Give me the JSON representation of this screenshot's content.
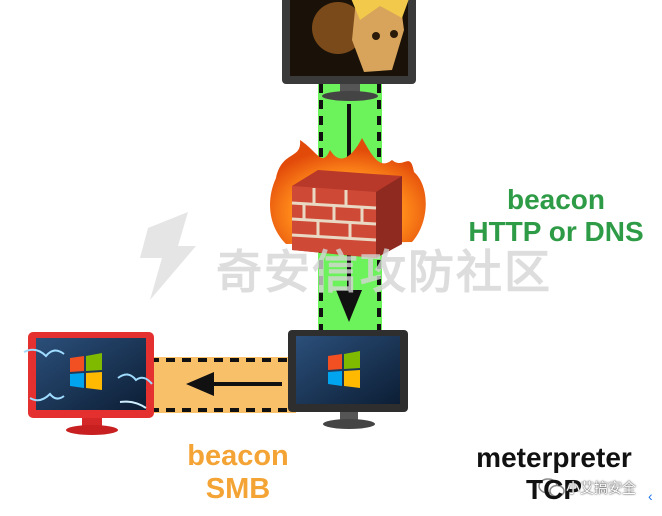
{
  "colors": {
    "beacon_green": "#2e9b46",
    "beacon_orange": "#f4a335",
    "http_channel": "#6cf25a",
    "smb_channel": "#f9c06a",
    "dark_text": "#111111",
    "watermark": "#d5d5d5"
  },
  "labels": {
    "http_beacon_line1": "beacon",
    "http_beacon_line2": "HTTP or DNS",
    "smb_beacon_line1": "beacon",
    "smb_beacon_line2": "SMB",
    "meterpreter_line1": "meterpreter",
    "meterpreter_line2": "TCP"
  },
  "watermark": {
    "text": "奇安信攻防社区"
  },
  "footer": {
    "account": "小艾搞安全"
  },
  "icons": {
    "attacker": "attacker-monitor-icon",
    "firewall": "firewall-icon",
    "pivot": "windows-monitor-icon",
    "target": "infected-windows-monitor-icon",
    "wechat": "wechat-icon"
  }
}
